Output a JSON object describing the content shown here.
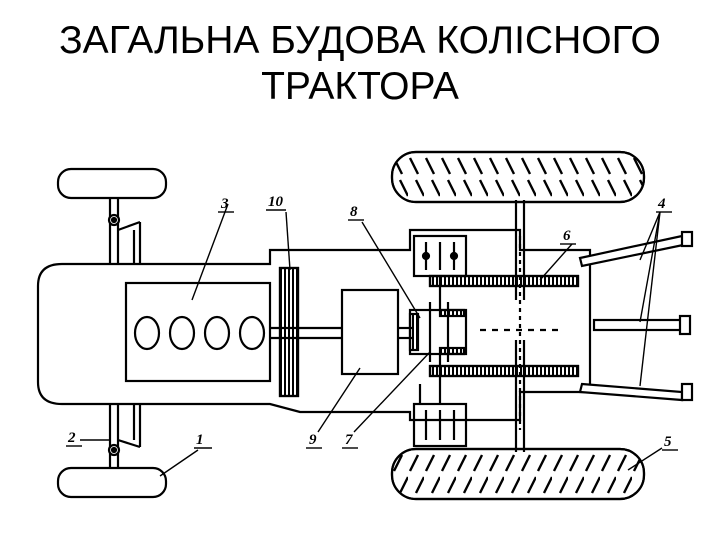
{
  "title": {
    "line1": "ЗАГАЛЬНА БУДОВА КОЛІСНОГО",
    "line2": "ТРАКТОРА"
  },
  "diagram": {
    "callouts": [
      "1",
      "2",
      "3",
      "4",
      "5",
      "6",
      "7",
      "8",
      "9",
      "10"
    ]
  }
}
